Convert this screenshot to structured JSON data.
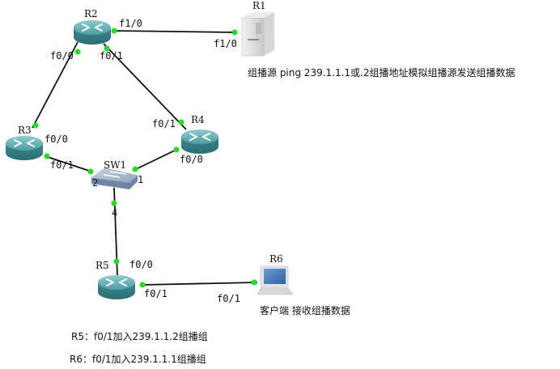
{
  "devices": {
    "R1": {
      "name": "R1",
      "type": "server"
    },
    "R2": {
      "name": "R2",
      "type": "router"
    },
    "R3": {
      "name": "R3",
      "type": "router"
    },
    "R4": {
      "name": "R4",
      "type": "router"
    },
    "R5": {
      "name": "R5",
      "type": "router"
    },
    "R6": {
      "name": "R6",
      "type": "pc"
    },
    "SW1": {
      "name": "SW1",
      "type": "switch"
    }
  },
  "links": [
    {
      "from": "R2",
      "from_port": "f1/0",
      "to": "R1",
      "to_port": "f1/0"
    },
    {
      "from": "R2",
      "from_port": "f0/0",
      "to": "R3",
      "to_port": "f0/0"
    },
    {
      "from": "R2",
      "from_port": "f0/1",
      "to": "R4",
      "to_port": "f0/1"
    },
    {
      "from": "R3",
      "from_port": "f0/1",
      "to": "SW1",
      "to_port": "2"
    },
    {
      "from": "R4",
      "from_port": "f0/0",
      "to": "SW1",
      "to_port": "1"
    },
    {
      "from": "SW1",
      "from_port": "4",
      "to": "R5",
      "to_port": "f0/0"
    },
    {
      "from": "R5",
      "from_port": "f0/1",
      "to": "R6",
      "to_port": "f0/1"
    }
  ],
  "port_labels": {
    "r2_f10": "f1/0",
    "r1_f10": "f1/0",
    "r2_f00": "f0/0",
    "r2_f01": "f0/1",
    "r3_f00": "f0/0",
    "r3_f01": "f0/1",
    "r4_f01": "f0/1",
    "r4_f00": "f0/0",
    "sw1_p1": "1",
    "sw1_p2": "2",
    "sw1_p4": "4",
    "r5_f00": "f0/0",
    "r5_f01": "f0/1",
    "r6_f01": "f0/1"
  },
  "annotations": {
    "source": "组播源 ping 239.1.1.1或.2组播地址模拟组播源发送组播数据",
    "client": "客户端 接收组播数据",
    "r5_join": "R5：f0/1加入239.1.1.2组播组",
    "r6_join": "R6：f0/1加入239.1.1.1组播组"
  },
  "colors": {
    "link": "#111111",
    "port_dot": "#22dd22",
    "router": "#3d8f94"
  }
}
